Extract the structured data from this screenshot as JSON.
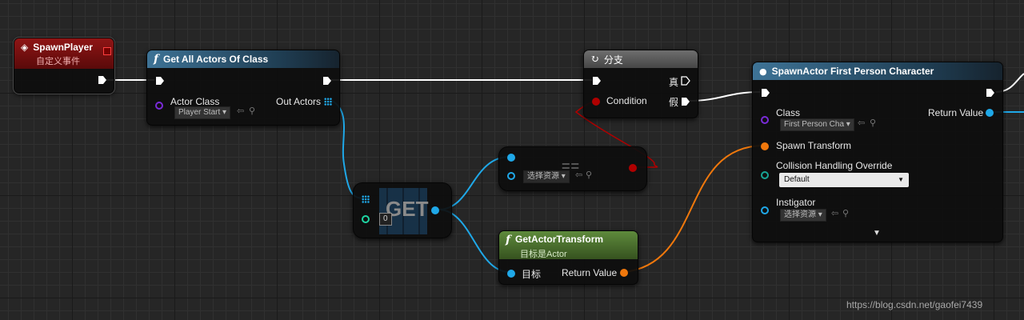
{
  "event_node": {
    "title": "SpawnPlayer",
    "subtitle": "自定义事件"
  },
  "get_all_actors": {
    "title": "Get All Actors Of Class",
    "actor_class_label": "Actor Class",
    "actor_class_value": "Player Start",
    "out_label": "Out Actors"
  },
  "branch": {
    "title": "分支",
    "condition_label": "Condition",
    "true_label": "真",
    "false_label": "假"
  },
  "spawn_actor": {
    "title": "SpawnActor First Person Character",
    "class_label": "Class",
    "class_value": "First Person Cha",
    "return_label": "Return Value",
    "transform_label": "Spawn Transform",
    "collision_label": "Collision Handling Override",
    "collision_value": "Default",
    "instigator_label": "Instigator",
    "instigator_value": "选择资源"
  },
  "equal_node": {
    "input_value": "选择资源",
    "symbol": "=="
  },
  "get_node": {
    "title": "GET",
    "index": "0"
  },
  "get_transform": {
    "title": "GetActorTransform",
    "subtitle": "目标是Actor",
    "target_label": "目标",
    "return_label": "Return Value"
  },
  "watermark": "https://blog.csdn.net/gaofei7439",
  "colors": {
    "exec": "#ffffff",
    "object": "#1fa8e8",
    "struct": "#f0780c",
    "bool": "#b00000",
    "class": "#7a2bd9",
    "int": "#1fd6a4",
    "event_header": "#8b1212",
    "function_header": "#3a6b8a",
    "pure_header": "#5f8c3a",
    "branch_header": "#6b6b6b"
  }
}
